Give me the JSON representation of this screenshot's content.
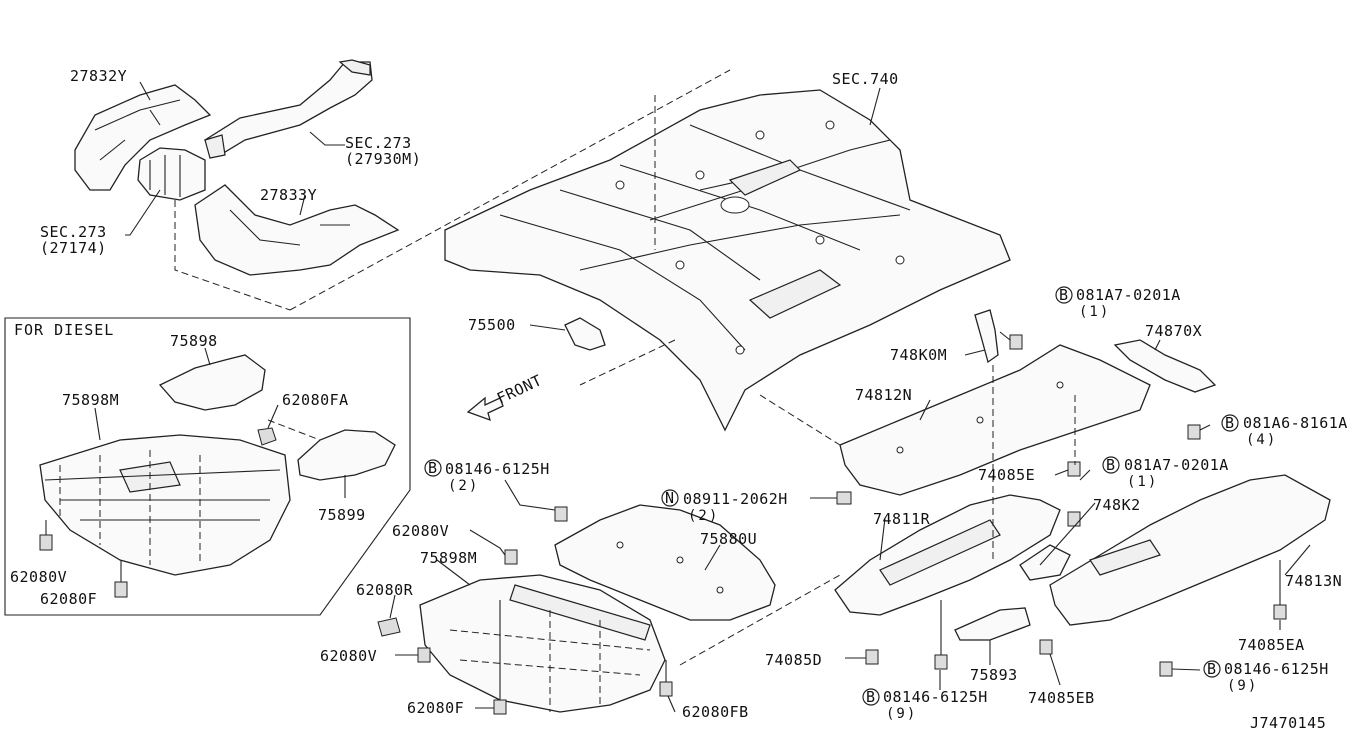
{
  "diagram": {
    "inset_title": "FOR DIESEL",
    "front_label": "FRONT",
    "drawing_code": "J7470145",
    "labels": {
      "p27832y": "27832Y",
      "p27833y": "27833Y",
      "sec273_a": "SEC.273",
      "sec273_a_ref": "(27930M)",
      "sec273_b": "SEC.273",
      "sec273_b_ref": "(27174)",
      "sec740": "SEC.740",
      "p75500": "75500",
      "p75898": "75898",
      "p75898m_top": "75898M",
      "p62080fa": "62080FA",
      "p75899": "75899",
      "p62080v_left": "62080V",
      "p62080f_left": "62080F",
      "bolt1_code": "08146-6125H",
      "bolt1_qty": "(2)",
      "nut_code": "08911-2062H",
      "nut_qty": "(2)",
      "p75880u": "75880U",
      "p62080v_mid": "62080V",
      "p75898m_mid": "75898M",
      "p62080r": "62080R",
      "p62080v_low": "62080V",
      "p62080f_low": "62080F",
      "p62080fb": "62080FB",
      "b081a7_top_code": "081A7-0201A",
      "b081a7_top_qty": "(1)",
      "p748k0m": "748K0M",
      "p74870x": "74870X",
      "p74812n": "74812N",
      "b081a6_code": "081A6-8161A",
      "b081a6_qty": "(4)",
      "p74085e": "74085E",
      "b081a7_mid_code": "081A7-0201A",
      "b081a7_mid_qty": "(1)",
      "p748k2": "748K2",
      "p74811r": "74811R",
      "p74813n": "74813N",
      "p74085ea": "74085EA",
      "p74085d": "74085D",
      "p75893": "75893",
      "p74085eb": "74085EB",
      "b_bottom_code": "08146-6125H",
      "b_bottom_qty": "(9)",
      "b_right_code": "08146-6125H",
      "b_right_qty": "(9)"
    },
    "symbols": {
      "bolt_marker": "B",
      "nut_marker": "N"
    }
  }
}
